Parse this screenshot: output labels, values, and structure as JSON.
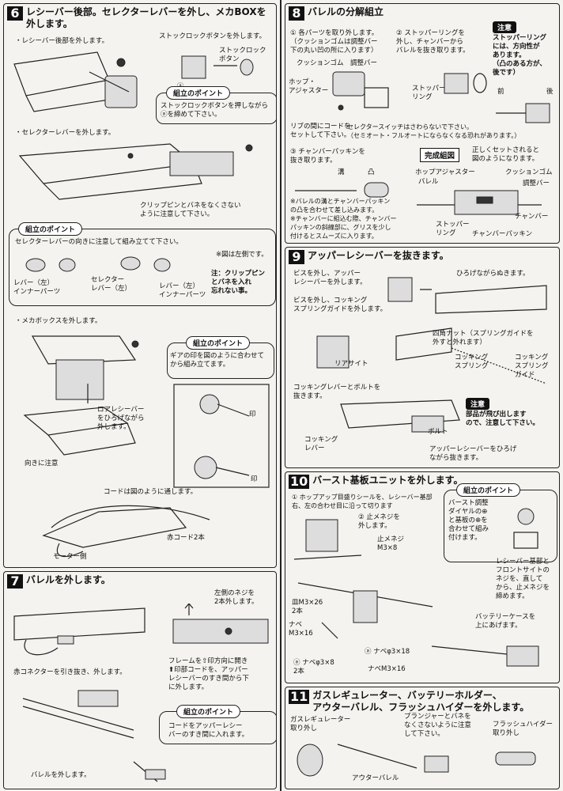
{
  "s6": {
    "num": "6",
    "title": "レシーバー後部。セレクターレバーを外し、メカBOXを外します。",
    "bullet_receiver": "・レシーバー後部を外します。",
    "stock_button": "ストックロックボタンを外します。",
    "stock_button_label": "ストックロック\nボタン",
    "point1_title": "組立のポイント",
    "point1_text": "ストックロックボタンを押しながら\nⓐを締めて下さい。",
    "bullet_selector": "・セレクターレバーを外します。",
    "clip_note": "クリップピンとバネをなくさない\nように注意して下さい。",
    "point2_title": "組立のポイント",
    "point2_text": "セレクターレバーの向きに注意して組み立てて下さい。",
    "left_view": "※図は左側です。",
    "lever_left_inner": "レバー（左）\nインナーパーツ",
    "selector_lever_left": "セレクター\nレバー（左）",
    "lever_left_inner2": "レバー（左）\nインナーパーツ",
    "clip_warning": "注：クリップピン\nとバネを入れ\n忘れない事。",
    "bullet_mechabox": "・メカボックスを外します。",
    "point3_title": "組立のポイント",
    "point3_text": "ギアの印を図のように合わせて\nから組み立てます。",
    "mark1": "印",
    "mark2": "印",
    "lower_receiver": "ロアレシーバー\nをひろげながら\n外します。",
    "orientation": "向きに注意",
    "cord_route": "コードは図のように通します。",
    "red_cord": "赤コード2本",
    "motor_side": "モーター側"
  },
  "s7": {
    "num": "7",
    "title": "バレルを外します。",
    "screws": "左側のネジを\n2本外します。",
    "red_connector": "赤コネクターを引き抜き、外します。",
    "frame_note": "フレームを⇧印方向に開き\n⬆印部コードを、アッパー\nレシーバーのすき間から下\nに外します。",
    "point_title": "組立のポイント",
    "point_text": "コードをアッパーレシー\nバーのすき間に入れます。",
    "barrel_remove": "バレルを外します。"
  },
  "s8": {
    "num": "8",
    "title": "バレルの分解組立",
    "step1": "① 各パーツを取り外します。\n（クッションゴムは調整バー\n下の丸い凹の所に入ります）",
    "step2": "② ストッパーリングを\n外し、チャンバーから\nバレルを抜き取ります。",
    "caution_badge": "注意",
    "caution_text": "ストッパーリング\nには、方向性が\nあります。\n（凸のある方が、\n後です）",
    "front": "前",
    "rear": "後",
    "cushion": "クッションゴム",
    "adjust_bar": "調整バー",
    "hop_adjuster": "ホップ・\nアジャスター",
    "stopper_ring": "ストッパー\nリング",
    "rib_note": "リブの間にコードを\nセットして下さい。",
    "selector_note": "セレクタースイッチはさわらないで下さい。\n（セミオート・フルオートにならなくなる恐れがあります。）",
    "step3": "③ チャンバーパッキンを\n抜き取ります。",
    "groove": "溝",
    "convex": "凸",
    "complete_badge": "完成組図",
    "complete_text": "正しくセットされると\n図のようになります。",
    "hop_adjuster2": "ホップアジャスター",
    "barrel": "バレル",
    "cushion2": "クッションゴム",
    "adjust_bar2": "調整バー",
    "chamber": "チャンバー",
    "stopper_ring2": "ストッパー\nリング",
    "chamber_packing": "チャンバーパッキン",
    "notes": "※バレルの溝とチャンバーパッキン\nの凸を合わせて差し込みます。\n※チャンバーに組込む際、チャンバー\nパッキンの斜線部に、グリスを少し\n付けるとスムーズに入ります。"
  },
  "s9": {
    "num": "9",
    "title": "アッパーレシーバーを抜きます。",
    "screw1": "ビスを外し、アッパー\nレシーバーを外します。",
    "spread": "ひろげながらぬきます。",
    "screw2": "ビスを外し、コッキング\nスプリングガイドを外します。",
    "square_nut": "四角ナット（スプリングガイドを\n外すと外れます）",
    "rear_sight": "リアサイト",
    "cocking_spring": "コッキング\nスプリング",
    "cocking_guide": "コッキング\nスプリング\nガイド",
    "cocking_bolt": "コッキングレバーとボルトを\n抜きます。",
    "caution_badge": "注意",
    "caution_text": "部品が飛び出します\nので、注意して下さい。",
    "bolt": "ボルト",
    "cocking_lever": "コッキング\nレバー",
    "upper_spread": "アッパーレシーバーをひろげ\nながら抜きます。"
  },
  "s10": {
    "num": "10",
    "title": "バースト基板ユニットを外します。",
    "step1": "① ホップアップ目盛りシールを、レシーバー基部\n右、左の合わせ目に沿って切ります",
    "step2": "② 止メネジを\n外します。",
    "set_screw": "止メネジ\nM3×8",
    "point_title": "組立のポイント",
    "point_text": "バースト調整\nダイヤルの⊕\nと基板の⊕を\n合わせて組み\n付けます。",
    "plate_m3_26": "皿M3×26\n2本",
    "nabe_m3_16": "ナベ\nM3×16",
    "nabe_phi_3x18": "ⓐ ナベφ3×18",
    "nabe_phi_3x8": "ⓐ ナベφ3×8\n2本",
    "nabe_m3_16b": "ナベM3×16",
    "battery_case": "バッテリーケースを\n上にあげます。",
    "lower_note": "レシーバー基部と\nフロントサイトの\nネジを、直して\nから、止メネジを\n締めます。"
  },
  "s11": {
    "num": "11",
    "title": "ガスレギュレーター、バッテリーホルダー、\nアウターバレル、フラッシュハイダーを外します。",
    "gas_reg": "ガスレギュレーター\n取り外し",
    "plunger": "プランジャーとバネを\nなくさないように注意\nして下さい。",
    "flash_hider": "フラッシュハイダー\n取り外し",
    "outer_barrel": "アウターバレル"
  }
}
